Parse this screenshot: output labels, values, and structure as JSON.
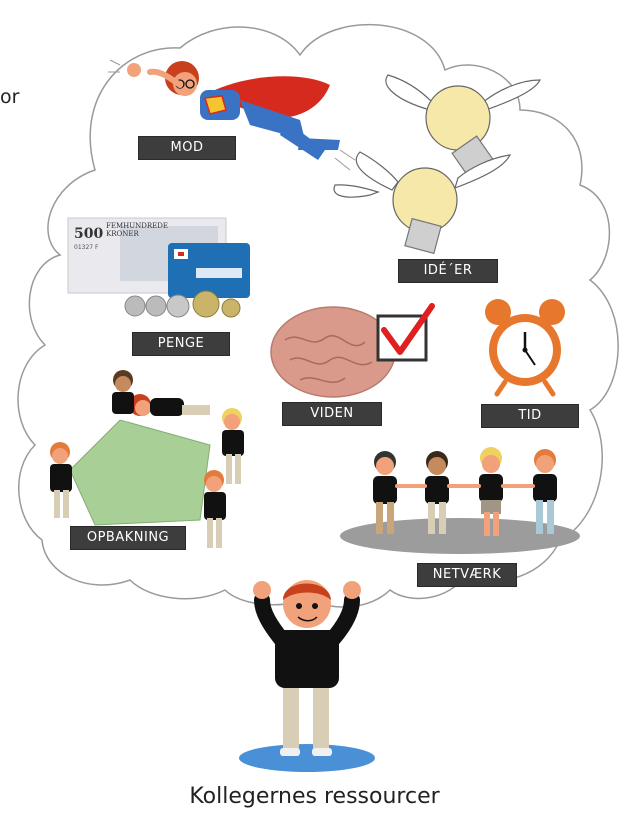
{
  "side_text": "or",
  "labels": {
    "mod": "MOD",
    "ideer": "IDÉ´ER",
    "penge": "PENGE",
    "viden": "VIDEN",
    "tid": "TID",
    "opbakning": "OPBAKNING",
    "netvaerk": "NETVÆRK"
  },
  "banknote": {
    "amount": "500",
    "line1": "FEMHUNDREDE",
    "line2": "KRONER",
    "serial": "01327 F"
  },
  "caption": "Kollegernes ressourcer",
  "colors": {
    "label_bg": "#3d3d3d",
    "cloud_stroke": "#9a9a9a",
    "skin": "#f2a27a",
    "hair_red": "#c8401e",
    "shirt": "#111111",
    "pants": "#d8ceb5",
    "cape_red": "#d62a1e",
    "clock_orange": "#e8772e",
    "bulb_yellow": "#f5e8a8",
    "brain_pink": "#d99a8c",
    "check_red": "#e02020",
    "blanket_green": "#a8cf96",
    "floor_blue": "#4a90d6"
  }
}
